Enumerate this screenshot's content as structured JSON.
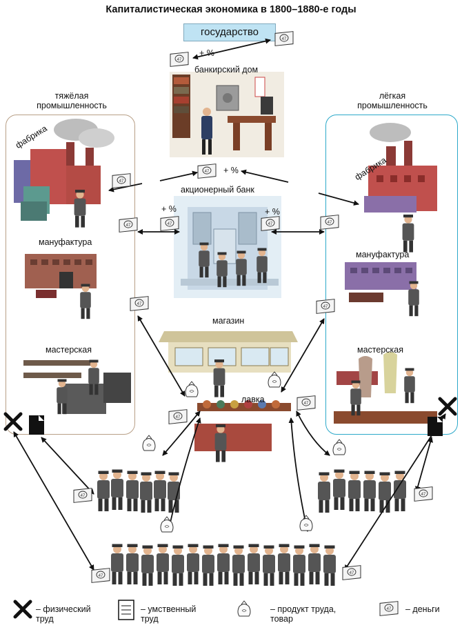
{
  "title": "Капиталистическая экономика в 1800–1880-е годы",
  "state": "государство",
  "labels": {
    "plus_percent": "+ %",
    "bank_house": "банкирский дом",
    "joint_stock_bank": "акционерный банк",
    "heavy_industry": "тяжёлая\nпромышленность",
    "light_industry": "лёгкая\nпромышленность",
    "factory": "фабрика",
    "manufactory": "мануфактура",
    "workshop": "мастерская",
    "store": "магазин",
    "shop": "лавка"
  },
  "legend": {
    "physical_labor": "– физический\nтруд",
    "mental_labor": "– умственный\nтруд",
    "product": "– продукт труда,\nтовар",
    "money": "– деньги"
  },
  "colors": {
    "state_fill": "#bfe3f3",
    "heavy_border": "#b89f86",
    "light_border": "#2aa8c9",
    "factory_red": "#c0504d",
    "factory_purple": "#8a6fa8"
  }
}
